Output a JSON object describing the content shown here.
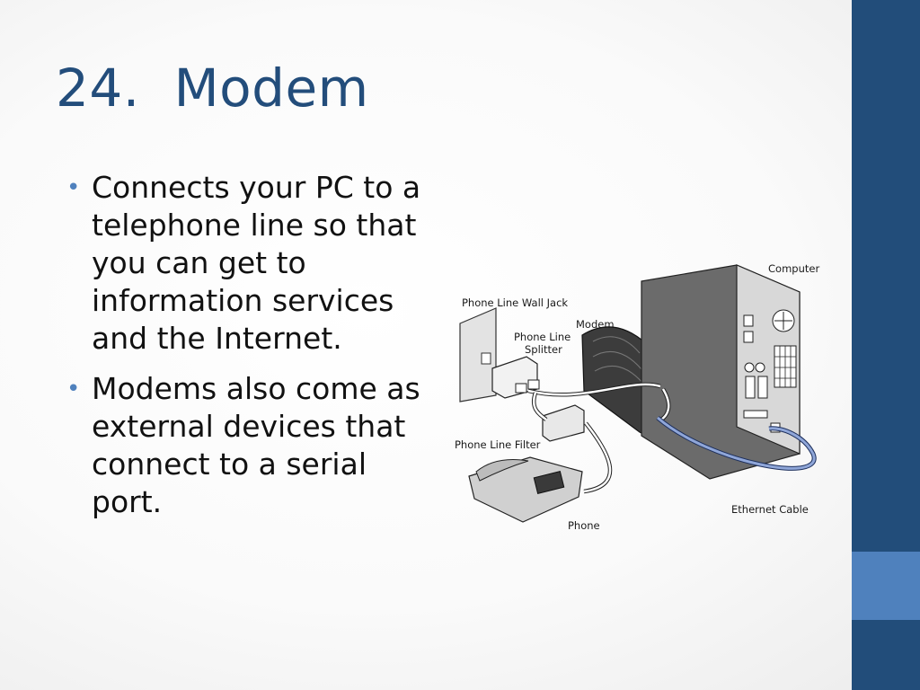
{
  "slide": {
    "title": "24.  Modem",
    "bullets": [
      "Connects your PC to a telephone line so that you can get to information services and the Internet.",
      "Modems also come as external devices that connect to a serial port."
    ]
  },
  "diagram": {
    "labels": {
      "computer": "Computer",
      "wall_jack": "Phone Line Wall Jack",
      "modem": "Modem",
      "splitter_line1": "Phone Line",
      "splitter_line2": "Splitter",
      "filter": "Phone Line Filter",
      "ethernet": "Ethernet Cable",
      "phone": "Phone"
    }
  },
  "theme": {
    "title_color": "#234d7b",
    "bar_color": "#224d7a",
    "accent_color": "#4f81bd"
  }
}
